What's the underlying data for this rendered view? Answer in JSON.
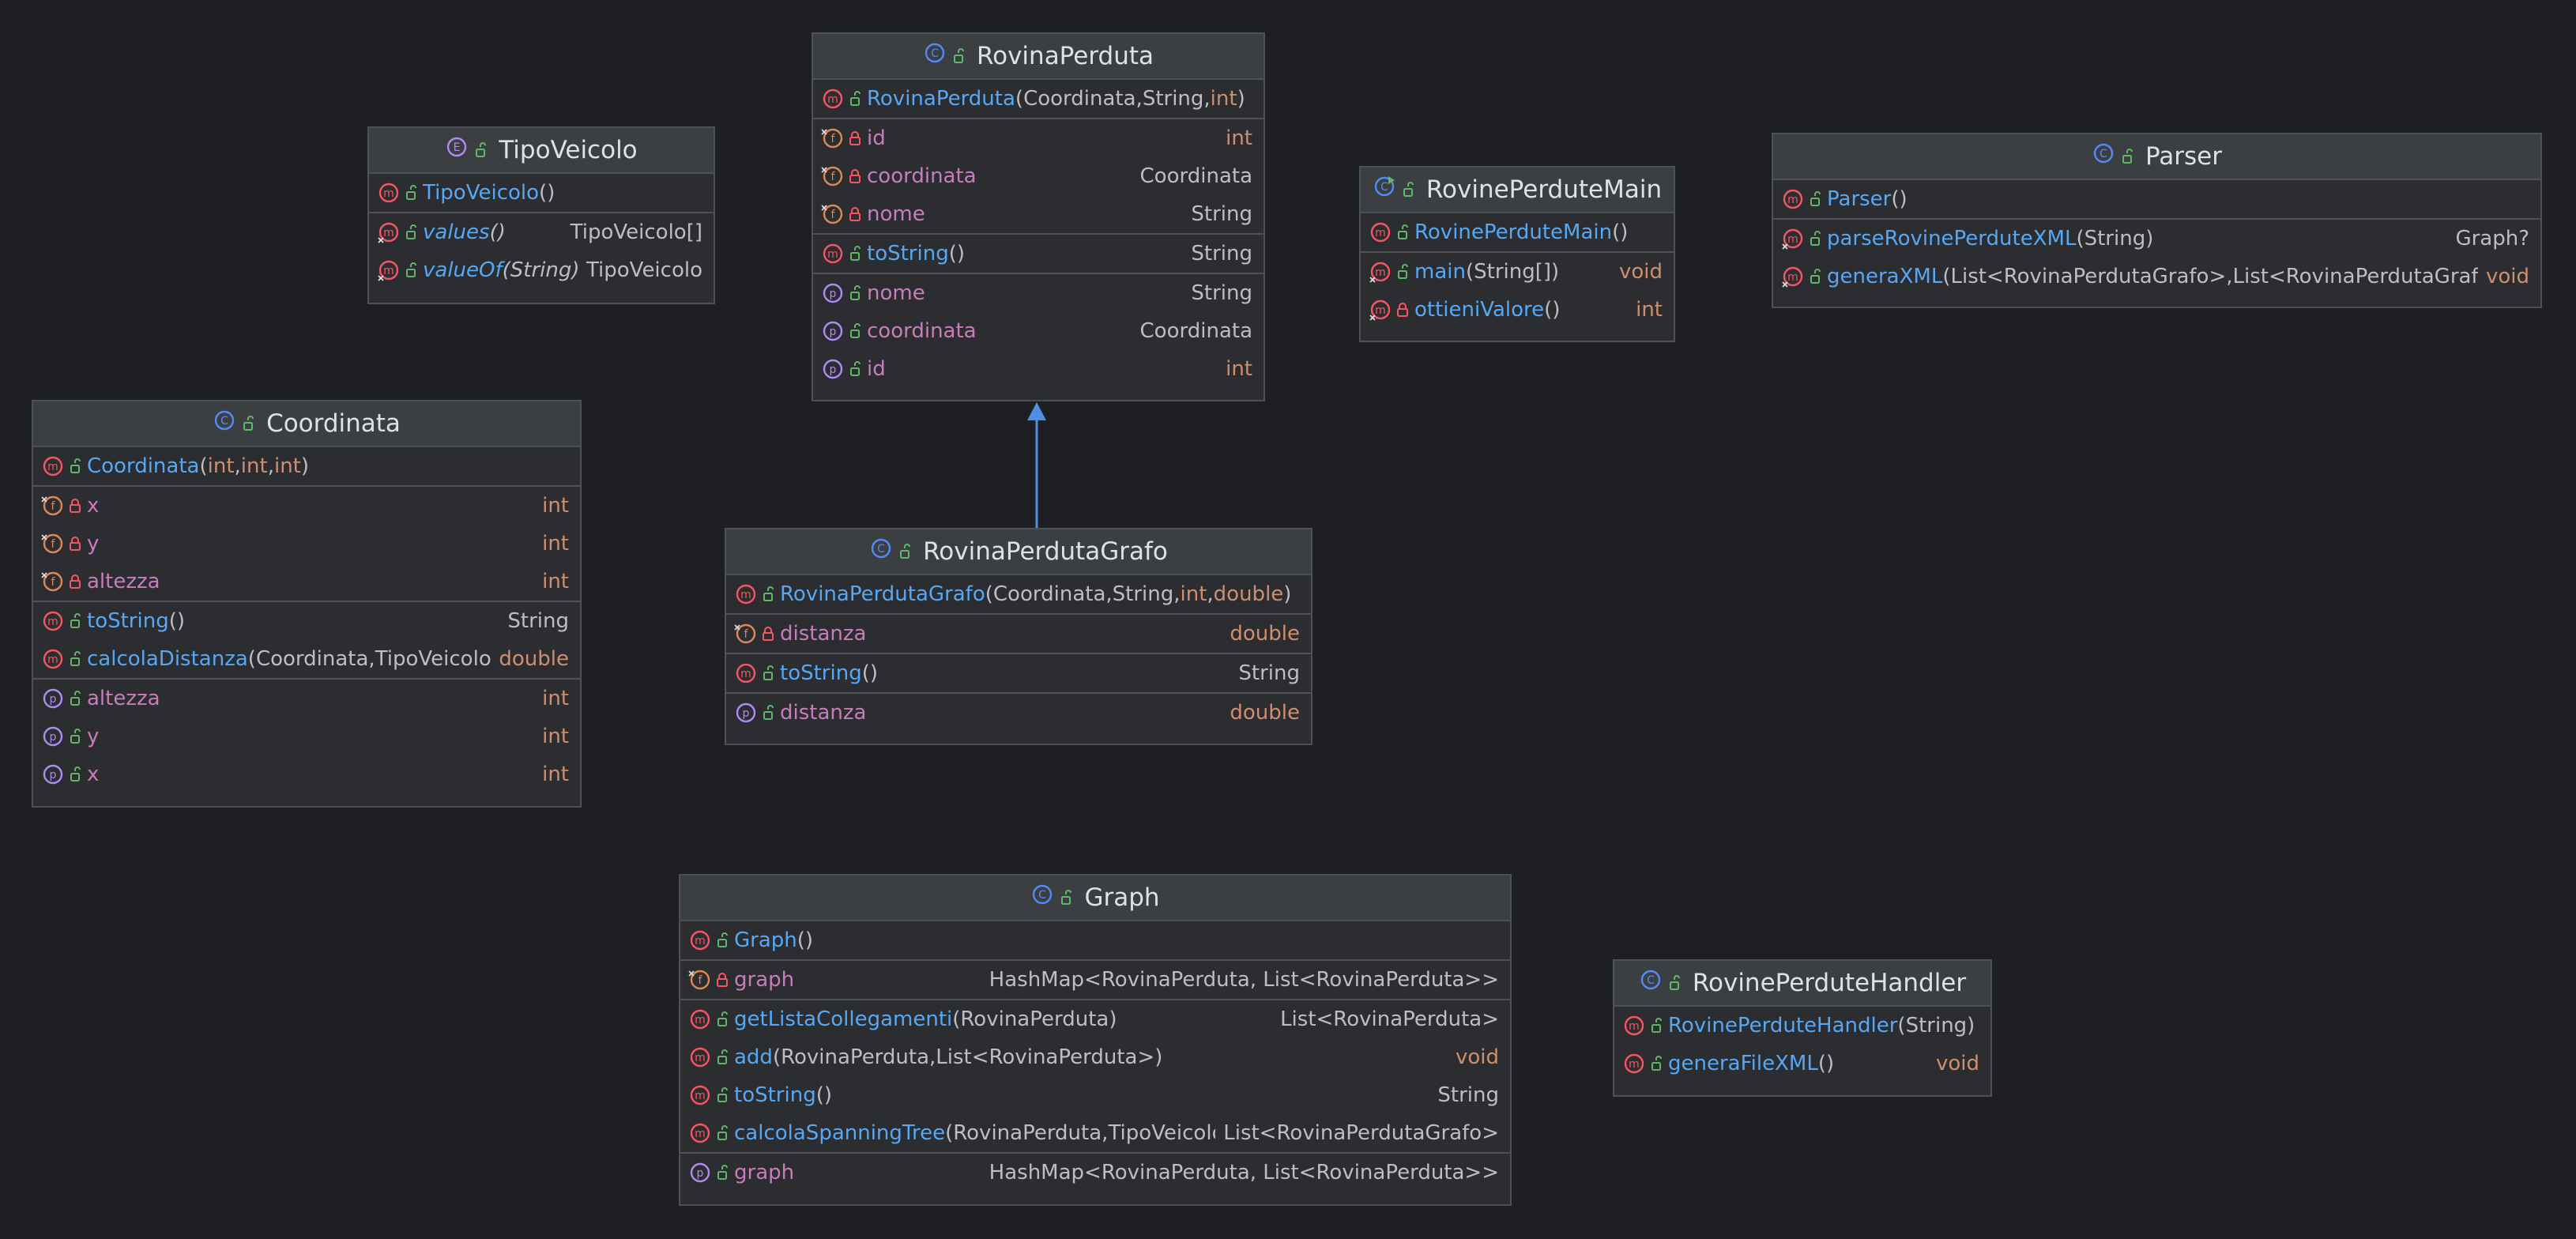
{
  "colors": {
    "background": "#1e1f22",
    "box": "#2b2d30",
    "header": "#3c3f41",
    "border": "#4e5157",
    "method_name": "#56a8f5",
    "field_name": "#c77dbb",
    "keyword": "#cf8e6d",
    "text": "#bcbec4",
    "inheritance_arrow": "#4f8fe0"
  },
  "classes": [
    {
      "id": "rovinaperduta",
      "title": "RovinaPerduta",
      "kind": "class",
      "sections": [
        [
          {
            "icon": "method",
            "vis": "public",
            "name": "RovinaPerduta",
            "params": [
              "Coordinata",
              "String",
              "int"
            ]
          }
        ],
        [
          {
            "icon": "field",
            "vis": "private",
            "name": "id",
            "type": "int"
          },
          {
            "icon": "field",
            "vis": "private",
            "name": "coordinata",
            "type": "Coordinata"
          },
          {
            "icon": "field",
            "vis": "private",
            "name": "nome",
            "type": "String"
          }
        ],
        [
          {
            "icon": "method",
            "vis": "public",
            "name": "toString",
            "params": [],
            "type": "String"
          }
        ],
        [
          {
            "icon": "property",
            "vis": "public",
            "name": "nome",
            "type": "String"
          },
          {
            "icon": "property",
            "vis": "public",
            "name": "coordinata",
            "type": "Coordinata"
          },
          {
            "icon": "property",
            "vis": "public",
            "name": "id",
            "type": "int"
          }
        ]
      ]
    },
    {
      "id": "tipoveicolo",
      "title": "TipoVeicolo",
      "kind": "enum",
      "sections": [
        [
          {
            "icon": "method",
            "vis": "public",
            "name": "TipoVeicolo",
            "params": []
          }
        ],
        [
          {
            "icon": "static-method",
            "vis": "public",
            "name": "values",
            "params": [],
            "italic": true,
            "type": "TipoVeicolo[]"
          },
          {
            "icon": "static-method",
            "vis": "public",
            "name": "valueOf",
            "params": [
              "String"
            ],
            "italic": true,
            "type": "TipoVeicolo"
          }
        ]
      ]
    },
    {
      "id": "rovineperdutemain",
      "title": "RovinePerduteMain",
      "kind": "main",
      "sections": [
        [
          {
            "icon": "method",
            "vis": "public",
            "name": "RovinePerduteMain",
            "params": []
          }
        ],
        [
          {
            "icon": "static-method",
            "vis": "public",
            "name": "main",
            "params": [
              "String[]"
            ],
            "type": "void"
          },
          {
            "icon": "static-method",
            "vis": "private",
            "name": "ottieniValore",
            "params": [],
            "type": "int"
          }
        ]
      ]
    },
    {
      "id": "parser",
      "title": "Parser",
      "kind": "class",
      "sections": [
        [
          {
            "icon": "method",
            "vis": "public",
            "name": "Parser",
            "params": []
          }
        ],
        [
          {
            "icon": "static-method",
            "vis": "public",
            "name": "parseRovinePerduteXML",
            "params": [
              "String"
            ],
            "type": "Graph?"
          },
          {
            "icon": "static-method",
            "vis": "public",
            "name": "generaXML",
            "params": [
              "List<RovinaPerdutaGrafo>",
              "List<RovinaPerdutaGrafo>"
            ],
            "type": "void"
          }
        ]
      ]
    },
    {
      "id": "coordinata",
      "title": "Coordinata",
      "kind": "class",
      "sections": [
        [
          {
            "icon": "method",
            "vis": "public",
            "name": "Coordinata",
            "params": [
              "int",
              "int",
              "int"
            ]
          }
        ],
        [
          {
            "icon": "field",
            "vis": "private",
            "name": "x",
            "type": "int"
          },
          {
            "icon": "field",
            "vis": "private",
            "name": "y",
            "type": "int"
          },
          {
            "icon": "field",
            "vis": "private",
            "name": "altezza",
            "type": "int"
          }
        ],
        [
          {
            "icon": "method",
            "vis": "public",
            "name": "toString",
            "params": [],
            "type": "String"
          },
          {
            "icon": "method",
            "vis": "public",
            "name": "calcolaDistanza",
            "params": [
              "Coordinata",
              "TipoVeicolo"
            ],
            "type": "double"
          }
        ],
        [
          {
            "icon": "property",
            "vis": "public",
            "name": "altezza",
            "type": "int"
          },
          {
            "icon": "property",
            "vis": "public",
            "name": "y",
            "type": "int"
          },
          {
            "icon": "property",
            "vis": "public",
            "name": "x",
            "type": "int"
          }
        ]
      ]
    },
    {
      "id": "rovinaperdutagrafo",
      "title": "RovinaPerdutaGrafo",
      "kind": "class",
      "sections": [
        [
          {
            "icon": "method",
            "vis": "public",
            "name": "RovinaPerdutaGrafo",
            "params": [
              "Coordinata",
              "String",
              "int",
              "double"
            ]
          }
        ],
        [
          {
            "icon": "field",
            "vis": "private",
            "name": "distanza",
            "type": "double"
          }
        ],
        [
          {
            "icon": "method",
            "vis": "public",
            "name": "toString",
            "params": [],
            "type": "String"
          }
        ],
        [
          {
            "icon": "property",
            "vis": "public",
            "name": "distanza",
            "type": "double"
          }
        ]
      ]
    },
    {
      "id": "graph",
      "title": "Graph",
      "kind": "class",
      "sections": [
        [
          {
            "icon": "method",
            "vis": "public",
            "name": "Graph",
            "params": []
          }
        ],
        [
          {
            "icon": "field",
            "vis": "private",
            "name": "graph",
            "type": "HashMap<RovinaPerduta, List<RovinaPerduta>>"
          }
        ],
        [
          {
            "icon": "method",
            "vis": "public",
            "name": "getListaCollegamenti",
            "params": [
              "RovinaPerduta"
            ],
            "type": "List<RovinaPerduta>"
          },
          {
            "icon": "method",
            "vis": "public",
            "name": "add",
            "params": [
              "RovinaPerduta",
              "List<RovinaPerduta>"
            ],
            "type": "void"
          },
          {
            "icon": "method",
            "vis": "public",
            "name": "toString",
            "params": [],
            "type": "String"
          },
          {
            "icon": "method",
            "vis": "public",
            "name": "calcolaSpanningTree",
            "params": [
              "RovinaPerduta",
              "TipoVeicolo"
            ],
            "type": "List<RovinaPerdutaGrafo>"
          }
        ],
        [
          {
            "icon": "property",
            "vis": "public",
            "name": "graph",
            "type": "HashMap<RovinaPerduta, List<RovinaPerduta>>"
          }
        ]
      ]
    },
    {
      "id": "rovineperdutehandler",
      "title": "RovinePerduteHandler",
      "kind": "class",
      "sections": [
        [
          {
            "icon": "method",
            "vis": "public",
            "name": "RovinePerduteHandler",
            "params": [
              "String"
            ]
          },
          {
            "icon": "method",
            "vis": "public",
            "name": "generaFileXML",
            "params": [],
            "type": "void"
          }
        ]
      ]
    }
  ],
  "relations": [
    {
      "type": "inheritance",
      "from": "rovinaperdutagrafo",
      "to": "rovinaperduta"
    }
  ]
}
